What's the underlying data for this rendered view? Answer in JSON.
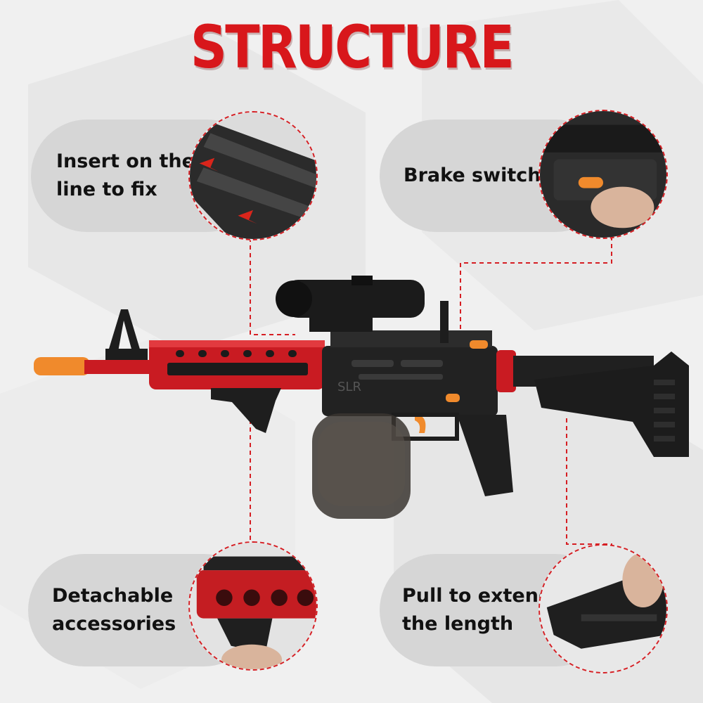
{
  "title": "STRUCTURE",
  "callouts": {
    "top_left": "Insert on the\nline to fix",
    "top_right": "Brake switch",
    "bottom_left": "Detachable\naccessories",
    "bottom_right": "Pull to extend\nthe length"
  },
  "colors": {
    "accent_red": "#d8171b",
    "pill_gray": "#d6d6d6",
    "tip_orange": "#f08a2c"
  }
}
